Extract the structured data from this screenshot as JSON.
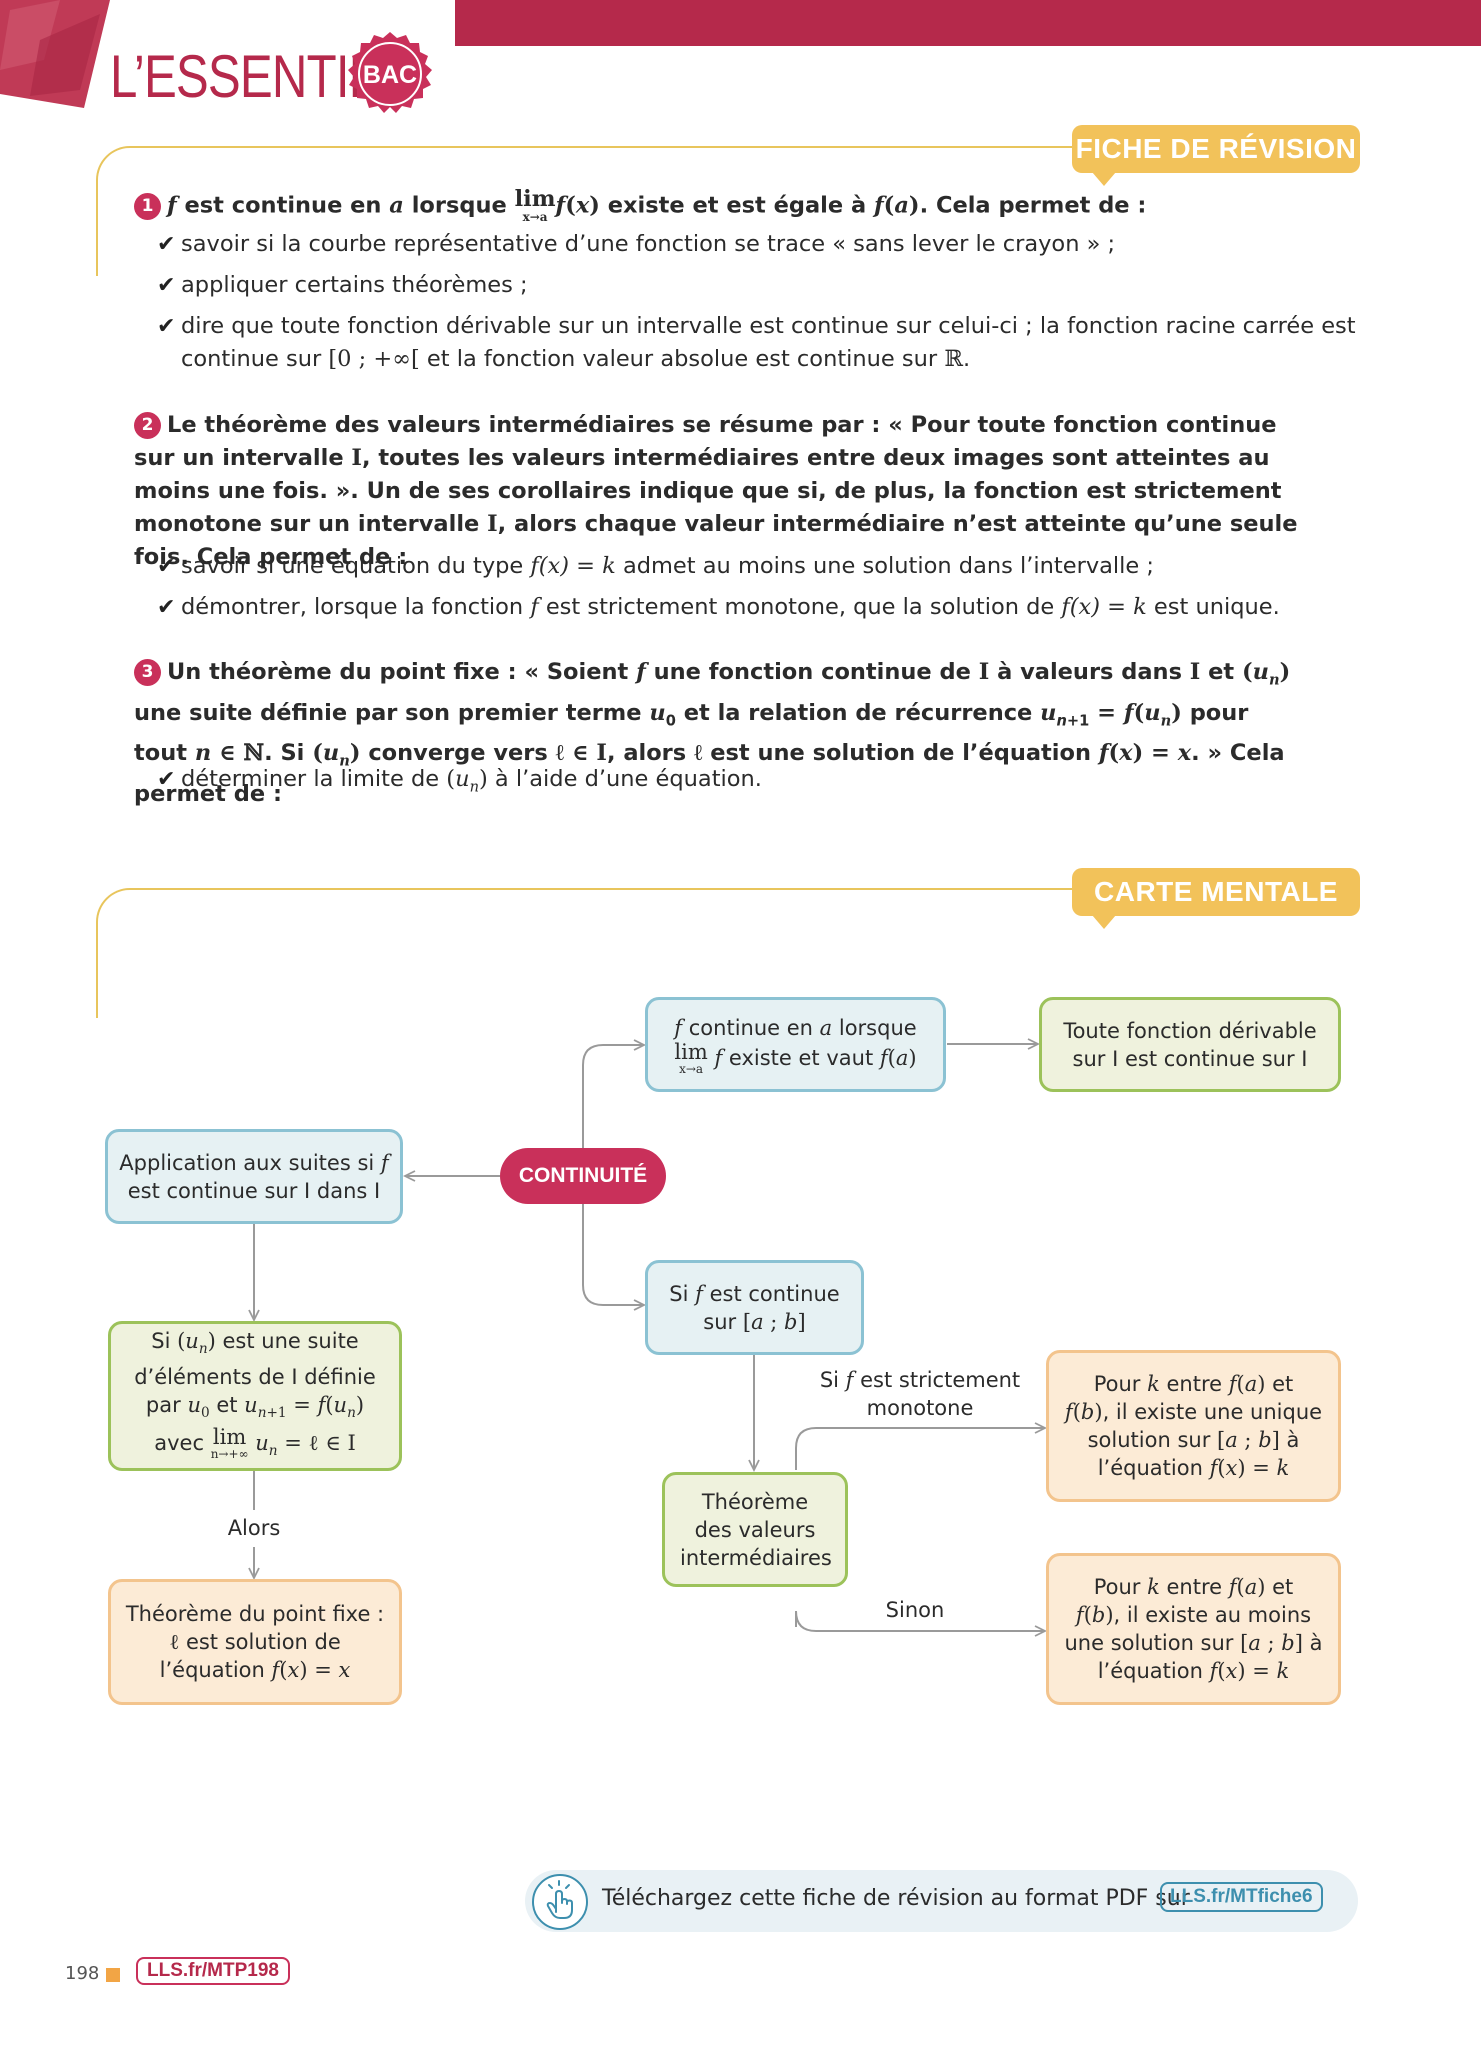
{
  "header": {
    "title": "L’ESSENTIEL",
    "badge": "BAC"
  },
  "revision": {
    "tag": "FICHE DE RÉVISION",
    "p1": {
      "num": "1",
      "t_continue_en": " est continue en ",
      "t_lorsque": " lorsque ",
      "t_lim": "lim",
      "t_lim_sub": "x→a",
      "t_existe": " existe et est égale à ",
      "t_permet": ". Cela permet de :",
      "items": [
        "savoir si la courbe représentative d’une fonction se trace « sans lever le crayon » ;",
        "appliquer certains théorèmes ;",
        "dire que toute fonction dérivable sur un intervalle est continue sur celui-ci ; la fonction racine carrée est"
      ],
      "item3_line2_a": "continue sur ",
      "item3_interval": "[0 ; +∞[",
      "item3_line2_b": " et la fonction valeur absolue est continue sur ",
      "item3_R": "ℝ",
      "item3_end": "."
    },
    "p2": {
      "num": "2",
      "text_a": "Le théorème des valeurs intermédiaires se résume par : « Pour toute fonction continue sur un intervalle ",
      "I": "I",
      "text_b": ", toutes les valeurs intermédiaires entre deux images sont atteintes au moins une fois. ». Un de ses corollaires indique que si, de plus, la fonction est strictement monotone sur un intervalle ",
      "text_c": ", alors chaque valeur intermédiaire n’est atteinte qu’une seule fois. Cela permet de :",
      "item1_a": "savoir si une équation du type ",
      "item1_eq": "f(x) = k",
      "item1_b": " admet au moins une solution dans l’intervalle ;",
      "item2_a": "démontrer, lorsque la fonction ",
      "item2_f": "f",
      "item2_b": " est strictement monotone, que la solution de ",
      "item2_eq": "f(x) = k",
      "item2_c": " est unique."
    },
    "p3": {
      "num": "3",
      "text_a": "Un théorème du point fixe : « Soient ",
      "text_b": " une fonction continue de ",
      "text_c": " à valeurs dans ",
      "text_d": " et ",
      "text_e": " une suite définie par son premier terme ",
      "text_f": " et la relation de récurrence ",
      "text_g": " pour tout ",
      "text_h": ". Si ",
      "text_i": " converge vers ",
      "text_j": ", alors ",
      "text_k": " est une solution de l’équation ",
      "text_l": ". » Cela permet de :",
      "item1_a": "déterminer la limite de ",
      "item1_b": " à l’aide d’une équation."
    }
  },
  "map": {
    "tag": "CARTE MENTALE",
    "center": "CONTINUITÉ",
    "top_node_a": " continue en ",
    "top_node_b": " lorsque",
    "top_node_c": " existe et vaut ",
    "derivable_node_1": "Toute fonction dérivable",
    "derivable_node_2": "sur I est continue sur I",
    "suites_node_1": "Application aux suites si ",
    "suites_node_2": "est continue sur I dans I",
    "si_node_a": "Si ",
    "si_node_b": " est continue",
    "si_node_c": "sur ",
    "tvi_node": "Théorème des valeurs intermédiaires",
    "label_strict_a": "Si ",
    "label_strict_b": " est strictement",
    "label_strict_c": "monotone",
    "label_sinon": "Sinon",
    "label_alors": "Alors",
    "unique_node_1a": "Pour ",
    "unique_node_1b": " entre ",
    "unique_node_1c": " et",
    "unique_node_2": ", il existe une unique",
    "unique_node_3a": "solution sur ",
    "unique_node_3b": " à",
    "unique_node_4": "l’équation ",
    "moins_node_2": ", il existe au moins",
    "moins_node_3a": "une solution sur ",
    "suite_node_1a": "Si ",
    "suite_node_1b": " est une suite",
    "suite_node_2": "d’éléments de I définie",
    "suite_node_3a": "par ",
    "suite_node_3b": " et ",
    "suite_node_4a": "avec ",
    "fixe_node_1": "Théorème du point fixe :",
    "fixe_node_2": " est solution de",
    "fixe_node_3": "l’équation "
  },
  "footer": {
    "download_text": "Téléchargez cette fiche de révision au format PDF sur",
    "download_link": "LLS.fr/MTfiche6",
    "page_number": "198",
    "page_link": "LLS.fr/MTP198"
  },
  "colors": {
    "accent": "#b5294b",
    "pink": "#c9305a",
    "gold": "#f2c25a",
    "blue_border": "#8bc2d3",
    "green_border": "#9cc25a",
    "orange_border": "#f3c48d"
  }
}
